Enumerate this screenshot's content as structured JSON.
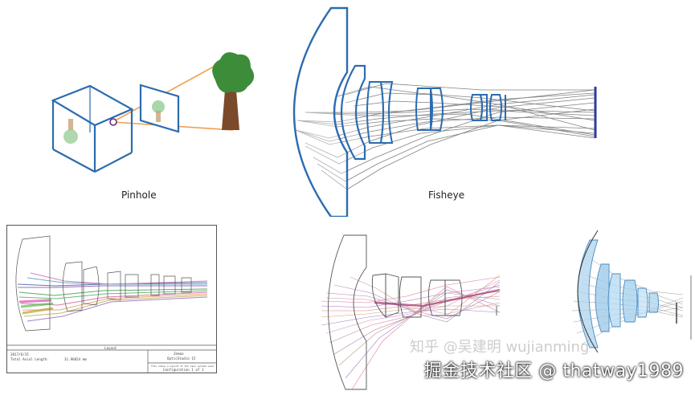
{
  "captions": {
    "pinhole": "Pinhole",
    "fisheye": "Fisheye"
  },
  "zemax_panel": {
    "title": "Layout",
    "date": "2017/6/15",
    "length_label": "Total Axial Length:",
    "length_value": "31.96824 mm",
    "vendor": "Zemax",
    "product": "OpticStudio 15",
    "note": "This shows a layout of the lens system used",
    "configuration": "Configuration 1 of 1"
  },
  "watermarks": {
    "faint": "知乎 @吴建明 wujianming",
    "main": "掘金技术社区 @ thatway1989"
  },
  "colors": {
    "lens_blue": "#2b6cb0",
    "ray_gray": "#6b6b6b",
    "ray_orange": "#f0a050",
    "tree_green": "#3d8c3a",
    "tree_trunk": "#7a4a2a"
  }
}
